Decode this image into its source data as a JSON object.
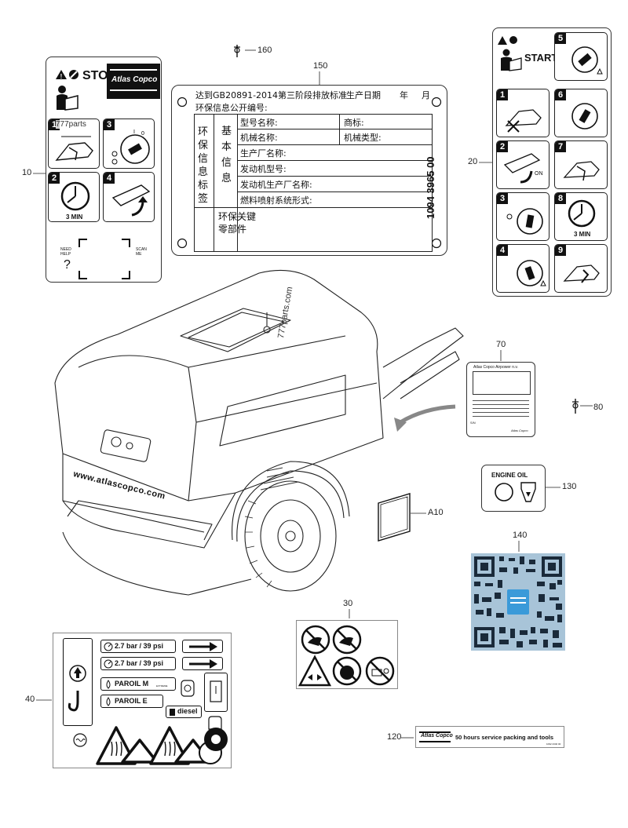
{
  "callouts": {
    "c10": "10",
    "c20": "20",
    "c30": "30",
    "c40": "40",
    "c70": "70",
    "c80": "80",
    "c120": "120",
    "c130": "130",
    "c140": "140",
    "c150": "150",
    "c160": "160",
    "cA10": "A10"
  },
  "watermark": {
    "tl": "777parts",
    "machine": "777parts.com"
  },
  "stop_decal": {
    "title": "STOP",
    "brand": "Atlas Copco",
    "step_labels": [
      "1",
      "2",
      "3",
      "4"
    ],
    "duration": "3 MIN",
    "need_help": "NEED\nHELP",
    "scan_me": "SCAN\nME",
    "question": "?"
  },
  "start_decal": {
    "title": "START",
    "step_labels": [
      "1",
      "2",
      "3",
      "4",
      "5",
      "6",
      "7",
      "8",
      "9"
    ],
    "on_label": "ON",
    "duration": "3 MIN"
  },
  "emission_plate": {
    "header": "达到GB20891-2014第三阶段排放标准",
    "production_date": "生产日期",
    "year": "年",
    "month": "月",
    "disclosure": "环保信息公开编号:",
    "side_label": "环保信息标签",
    "basic_info": "基本信息",
    "fields": [
      "型号名称:",
      "机械名称:",
      "生产厂名称:",
      "发动机型号:",
      "发动机生产厂名称:",
      "燃料喷射系统形式:"
    ],
    "right_fields": [
      "商标:",
      "机械类型:"
    ],
    "key_parts": "环保关键零部件",
    "serial": "1094 3965 00"
  },
  "machine": {
    "url": "www.atlascopco.com"
  },
  "data_plate": {
    "brand": "Atlas Copco Airpower n.v.",
    "sn": "S/N",
    "footer": "Atlas Copco"
  },
  "engine_oil": {
    "title": "ENGINE OIL"
  },
  "sticker_40": {
    "pressure_1": "2.7 bar / 39 psi",
    "pressure_2": "2.7 bar / 39 psi",
    "paroil_m": "PAROIL M",
    "paroil_m_sub": "EXTREME",
    "paroil_e": "PAROIL E",
    "diesel": "diesel"
  },
  "service_label": {
    "brand": "Atlas Copco",
    "text": "50 hours service packing and tools",
    "code": "1092 2340 00"
  }
}
